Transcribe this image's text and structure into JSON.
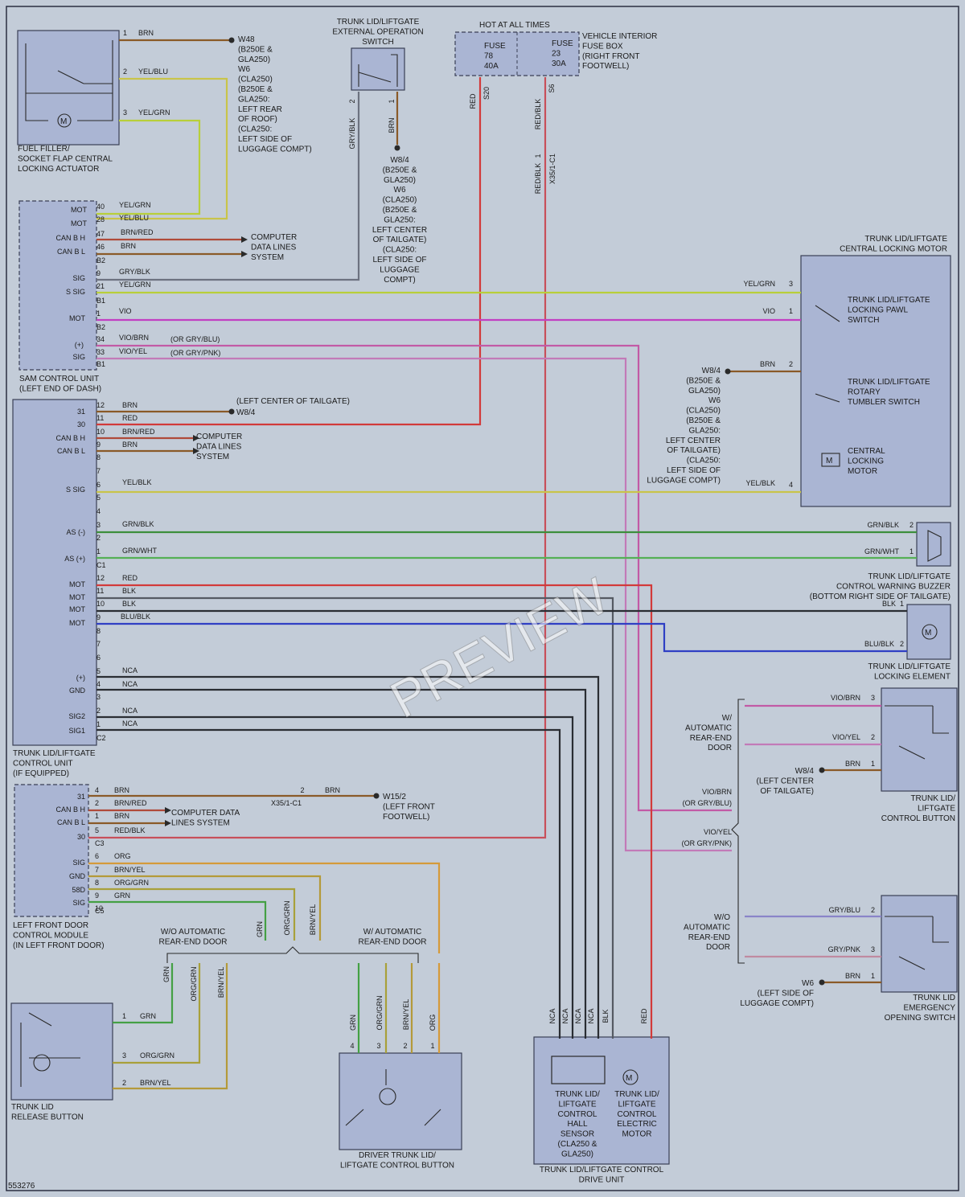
{
  "colors": {
    "BRN": "#8a5a28",
    "YEL": "#c9c44a",
    "YELBLU": "#c9c44a",
    "RED": "#d23a3a",
    "GRY": "#6d7280",
    "VIO": "#c23fc2",
    "BLK": "#2a2d33",
    "BLU": "#2f3fc4",
    "GRN": "#44a044",
    "ORG": "#d59a3a",
    "GRNBLK": "#3c8f3c"
  },
  "components": [
    {
      "id": "fuel",
      "lines": [
        "FUEL FILLER/",
        "SOCKET FLAP CENTRAL",
        "LOCKING ACTUATOR"
      ]
    },
    {
      "id": "switch_ext",
      "lines": [
        "TRUNK LID/LIFTGATE",
        "EXTERNAL OPERATION",
        "SWITCH"
      ]
    },
    {
      "id": "hot",
      "lines": [
        "HOT AT ALL TIMES"
      ]
    },
    {
      "id": "fusebox",
      "lines": [
        "VEHICLE INTERIOR",
        "FUSE BOX",
        "(RIGHT FRONT",
        "FOOTWELL)"
      ]
    },
    {
      "id": "fuse78",
      "lines": [
        "FUSE",
        "78",
        "40A"
      ]
    },
    {
      "id": "fuse23",
      "lines": [
        "FUSE",
        "23",
        "30A"
      ]
    },
    {
      "id": "sam",
      "lines": [
        "SAM CONTROL UNIT",
        "(LEFT END OF DASH)"
      ]
    },
    {
      "id": "motorbox",
      "lines": [
        "TRUNK LID/LIFTGATE",
        "CENTRAL LOCKING MOTOR"
      ]
    },
    {
      "id": "pawl",
      "lines": [
        "TRUNK LID/LIFTGATE",
        "LOCKING PAWL",
        "SWITCH"
      ]
    },
    {
      "id": "rotary",
      "lines": [
        "TRUNK LID/LIFTGATE",
        "ROTARY",
        "TUMBLER SWITCH"
      ]
    },
    {
      "id": "clm",
      "lines": [
        "CENTRAL",
        "LOCKING",
        "MOTOR"
      ]
    },
    {
      "id": "tlcu",
      "lines": [
        "TRUNK LID/LIFTGATE",
        "CONTROL UNIT",
        "(IF EQUIPPED)"
      ]
    },
    {
      "id": "buzzer",
      "lines": [
        "TRUNK LID/LIFTGATE",
        "CONTROL WARNING BUZZER",
        "(BOTTOM RIGHT SIDE OF TAILGATE)"
      ]
    },
    {
      "id": "lockel",
      "lines": [
        "TRUNK LID/LIFTGATE",
        "LOCKING ELEMENT"
      ]
    },
    {
      "id": "ctrlbtn",
      "lines": [
        "TRUNK LID/",
        "LIFTGATE",
        "CONTROL BUTTON"
      ]
    },
    {
      "id": "emerg",
      "lines": [
        "TRUNK LID",
        "EMERGENCY",
        "OPENING SWITCH"
      ]
    },
    {
      "id": "lfdcm",
      "lines": [
        "LEFT FRONT DOOR",
        "CONTROL MODULE",
        "(IN LEFT FRONT DOOR)"
      ]
    },
    {
      "id": "release",
      "lines": [
        "TRUNK LID",
        "RELEASE BUTTON"
      ]
    },
    {
      "id": "driverbtn",
      "lines": [
        "DRIVER TRUNK LID/",
        "LIFTGATE CONTROL BUTTON"
      ]
    },
    {
      "id": "driveunit",
      "lines": [
        "TRUNK LID/LIFTGATE CONTROL",
        "DRIVE UNIT"
      ]
    },
    {
      "id": "hall",
      "lines": [
        "TRUNK LID/",
        "LIFTGATE",
        "CONTROL",
        "HALL",
        "SENSOR",
        "(CLA250 &",
        "GLA250)"
      ]
    },
    {
      "id": "elmotor",
      "lines": [
        "TRUNK LID/",
        "LIFTGATE",
        "CONTROL",
        "ELECTRIC",
        "MOTOR"
      ]
    },
    {
      "id": "w_auto",
      "lines": [
        "W/",
        "AUTOMATIC",
        "REAR-END",
        "DOOR"
      ]
    },
    {
      "id": "wo_auto",
      "lines": [
        "W/O",
        "AUTOMATIC",
        "REAR-END",
        "DOOR"
      ]
    },
    {
      "id": "wo_auto2",
      "lines": [
        "W/O AUTOMATIC",
        "REAR-END DOOR"
      ]
    },
    {
      "id": "w_auto2",
      "lines": [
        "W/ AUTOMATIC",
        "REAR-END DOOR"
      ]
    },
    {
      "id": "gnd_w48",
      "lines": [
        "W48",
        "(B250E &",
        "GLA250)",
        "W6",
        "(CLA250)",
        "(B250E &",
        "GLA250:",
        "LEFT REAR",
        "OF ROOF)",
        "(CLA250:",
        "LEFT SIDE OF",
        "LUGGAGE COMPT)"
      ]
    },
    {
      "id": "gnd_w84a",
      "lines": [
        "W8/4",
        "(B250E &",
        "GLA250)",
        "W6",
        "(CLA250)",
        "(B250E &",
        "GLA250:",
        "LEFT CENTER",
        "OF TAILGATE)",
        "(CLA250:",
        "LEFT SIDE OF",
        "LUGGAGE",
        "COMPT)"
      ]
    },
    {
      "id": "gnd_w84b",
      "lines": [
        "W8/4",
        "(B250E &",
        "GLA250)",
        "W6",
        "(CLA250)",
        "(B250E &",
        "GLA250:",
        "LEFT CENTER",
        "OF TAILGATE)",
        "(CLA250:",
        "LEFT SIDE OF",
        "LUGGAGE COMPT)"
      ]
    },
    {
      "id": "gnd_w84c",
      "lines": [
        "(LEFT CENTER OF TAILGATE)"
      ]
    },
    {
      "id": "gnd_w84c2",
      "lines": [
        "W8/4"
      ]
    },
    {
      "id": "gnd_w84d",
      "lines": [
        "W8/4",
        "(LEFT CENTER",
        "OF TAILGATE)"
      ]
    },
    {
      "id": "gnd_w152",
      "lines": [
        "W15/2",
        "(LEFT FRONT",
        "FOOTWELL)"
      ]
    },
    {
      "id": "gnd_w6",
      "lines": [
        "W6",
        "(LEFT SIDE OF",
        "LUGGAGE COMPT)"
      ]
    },
    {
      "id": "cdl1",
      "lines": [
        "COMPUTER",
        "DATA LINES",
        "SYSTEM"
      ]
    },
    {
      "id": "cdl2",
      "lines": [
        "COMPUTER",
        "DATA LINES",
        "SYSTEM"
      ]
    },
    {
      "id": "cdl3",
      "lines": [
        "COMPUTER DATA",
        "LINES SYSTEM"
      ]
    },
    {
      "id": "docid",
      "lines": [
        "553276"
      ]
    },
    {
      "id": "watermark",
      "lines": [
        "PREVIEW"
      ]
    }
  ],
  "labels": [
    {
      "id": "s20",
      "text": "S20"
    },
    {
      "id": "s6",
      "text": "S6"
    },
    {
      "id": "x351a",
      "text": "X35/1-C1"
    },
    {
      "id": "x351b",
      "text": "X35/1-C1"
    },
    {
      "id": "fuel_p1",
      "text": "1"
    },
    {
      "id": "fuel_p2",
      "text": "2"
    },
    {
      "id": "fuel_p3",
      "text": "3"
    },
    {
      "id": "fuel_c1",
      "text": "BRN"
    },
    {
      "id": "fuel_c2",
      "text": "YEL/BLU"
    },
    {
      "id": "fuel_c3",
      "text": "YEL/GRN"
    },
    {
      "id": "sw_p2",
      "text": "2"
    },
    {
      "id": "sw_p1",
      "text": "1"
    },
    {
      "id": "sw_c2",
      "text": "GRY/BLK"
    },
    {
      "id": "sw_c1",
      "text": "BRN"
    },
    {
      "id": "red_v",
      "text": "RED"
    },
    {
      "id": "redblk_v",
      "text": "RED/BLK"
    },
    {
      "id": "redblk_v2",
      "text": "RED/BLK"
    },
    {
      "id": "redblk_p1",
      "text": "1"
    },
    {
      "id": "sam_mot1",
      "text": "MOT"
    },
    {
      "id": "sam_mot2",
      "text": "MOT"
    },
    {
      "id": "sam_canh",
      "text": "CAN B H"
    },
    {
      "id": "sam_canl",
      "text": "CAN B L"
    },
    {
      "id": "sam_b2a",
      "text": "B2"
    },
    {
      "id": "sam_sig",
      "text": "SIG"
    },
    {
      "id": "sam_ssig",
      "text": "S SIG"
    },
    {
      "id": "sam_b1a",
      "text": "B1"
    },
    {
      "id": "sam_mot3",
      "text": "MOT"
    },
    {
      "id": "sam_b2b",
      "text": "B2"
    },
    {
      "id": "sam_plus",
      "text": "(+)"
    },
    {
      "id": "sam_sig2",
      "text": "SIG"
    },
    {
      "id": "sam_b1b",
      "text": "B1"
    },
    {
      "id": "sam_p40",
      "text": "40"
    },
    {
      "id": "sam_p28",
      "text": "28"
    },
    {
      "id": "sam_p47",
      "text": "47"
    },
    {
      "id": "sam_p46",
      "text": "46"
    },
    {
      "id": "sam_p9",
      "text": "9"
    },
    {
      "id": "sam_p21",
      "text": "21"
    },
    {
      "id": "sam_p1",
      "text": "1"
    },
    {
      "id": "sam_p34",
      "text": "34"
    },
    {
      "id": "sam_p33",
      "text": "33"
    },
    {
      "id": "sam_c40",
      "text": "YEL/GRN"
    },
    {
      "id": "sam_c28",
      "text": "YEL/BLU"
    },
    {
      "id": "sam_c47",
      "text": "BRN/RED"
    },
    {
      "id": "sam_c46",
      "text": "BRN"
    },
    {
      "id": "sam_c9",
      "text": "GRY/BLK"
    },
    {
      "id": "sam_c21",
      "text": "YEL/GRN"
    },
    {
      "id": "sam_c1",
      "text": "VIO"
    },
    {
      "id": "sam_c34",
      "text": "VIO/BRN"
    },
    {
      "id": "sam_c33",
      "text": "VIO/YEL"
    },
    {
      "id": "sam_or34",
      "text": "(OR GRY/BLU)"
    },
    {
      "id": "sam_or33",
      "text": "(OR GRY/PNK)"
    },
    {
      "id": "m_c3",
      "text": "YEL/GRN"
    },
    {
      "id": "m_p3",
      "text": "3"
    },
    {
      "id": "m_c1",
      "text": "VIO"
    },
    {
      "id": "m_p1",
      "text": "1"
    },
    {
      "id": "m_c2",
      "text": "BRN"
    },
    {
      "id": "m_p2",
      "text": "2"
    },
    {
      "id": "m_c4",
      "text": "YEL/BLK"
    },
    {
      "id": "m_p4",
      "text": "4"
    },
    {
      "id": "u_31",
      "text": "31"
    },
    {
      "id": "u_30",
      "text": "30"
    },
    {
      "id": "u_canh",
      "text": "CAN B H"
    },
    {
      "id": "u_canl",
      "text": "CAN B L"
    },
    {
      "id": "u_ssig",
      "text": "S SIG"
    },
    {
      "id": "u_asm",
      "text": "AS (-)"
    },
    {
      "id": "u_asp",
      "text": "AS (+)"
    },
    {
      "id": "u_c1",
      "text": "C1"
    },
    {
      "id": "u_mot1",
      "text": "MOT"
    },
    {
      "id": "u_mot2",
      "text": "MOT"
    },
    {
      "id": "u_mot3",
      "text": "MOT"
    },
    {
      "id": "u_mot4",
      "text": "MOT"
    },
    {
      "id": "u_plus",
      "text": "(+)"
    },
    {
      "id": "u_gnd",
      "text": "GND"
    },
    {
      "id": "u_sig2",
      "text": "SIG2"
    },
    {
      "id": "u_sig1",
      "text": "SIG1"
    },
    {
      "id": "u_c2",
      "text": "C2"
    },
    {
      "id": "up_12",
      "text": "12"
    },
    {
      "id": "up_11",
      "text": "11"
    },
    {
      "id": "up_10",
      "text": "10"
    },
    {
      "id": "up_9",
      "text": "9"
    },
    {
      "id": "up_8",
      "text": "8"
    },
    {
      "id": "up_7",
      "text": "7"
    },
    {
      "id": "up_6",
      "text": "6"
    },
    {
      "id": "up_5",
      "text": "5"
    },
    {
      "id": "up_4",
      "text": "4"
    },
    {
      "id": "up_3",
      "text": "3"
    },
    {
      "id": "up_2",
      "text": "2"
    },
    {
      "id": "up_1",
      "text": "1"
    },
    {
      "id": "uq_12",
      "text": "12"
    },
    {
      "id": "uq_11",
      "text": "11"
    },
    {
      "id": "uq_10",
      "text": "10"
    },
    {
      "id": "uq_9",
      "text": "9"
    },
    {
      "id": "uq_8",
      "text": "8"
    },
    {
      "id": "uq_7",
      "text": "7"
    },
    {
      "id": "uq_6",
      "text": "6"
    },
    {
      "id": "uq_5",
      "text": "5"
    },
    {
      "id": "uq_4",
      "text": "4"
    },
    {
      "id": "uq_3",
      "text": "3"
    },
    {
      "id": "uq_2",
      "text": "2"
    },
    {
      "id": "uq_1",
      "text": "1"
    },
    {
      "id": "uc_12",
      "text": "BRN"
    },
    {
      "id": "uc_11",
      "text": "RED"
    },
    {
      "id": "uc_10",
      "text": "BRN/RED"
    },
    {
      "id": "uc_9",
      "text": "BRN"
    },
    {
      "id": "uc_6",
      "text": "YEL/BLK"
    },
    {
      "id": "uc_3",
      "text": "GRN/BLK"
    },
    {
      "id": "uc_1",
      "text": "GRN/WHT"
    },
    {
      "id": "ud_12",
      "text": "RED"
    },
    {
      "id": "ud_11",
      "text": "BLK"
    },
    {
      "id": "ud_10",
      "text": "BLK"
    },
    {
      "id": "ud_9",
      "text": "BLU/BLK"
    },
    {
      "id": "ud_5",
      "text": "NCA"
    },
    {
      "id": "ud_4",
      "text": "NCA"
    },
    {
      "id": "ud_2",
      "text": "NCA"
    },
    {
      "id": "ud_1",
      "text": "NCA"
    },
    {
      "id": "bz_c2",
      "text": "GRN/BLK"
    },
    {
      "id": "bz_p2",
      "text": "2"
    },
    {
      "id": "bz_c1",
      "text": "GRN/WHT"
    },
    {
      "id": "bz_p1",
      "text": "1"
    },
    {
      "id": "le_c1",
      "text": "BLK"
    },
    {
      "id": "le_p1",
      "text": "1"
    },
    {
      "id": "le_c2",
      "text": "BLU/BLK"
    },
    {
      "id": "le_p2",
      "text": "2"
    },
    {
      "id": "cb_c3",
      "text": "VIO/BRN"
    },
    {
      "id": "cb_p3",
      "text": "3"
    },
    {
      "id": "cb_c2",
      "text": "VIO/YEL"
    },
    {
      "id": "cb_p2",
      "text": "2"
    },
    {
      "id": "cb_c1",
      "text": "BRN"
    },
    {
      "id": "cb_p1",
      "text": "1"
    },
    {
      "id": "vb1",
      "text": "VIO/BRN"
    },
    {
      "id": "vb2",
      "text": "(OR GRY/BLU)"
    },
    {
      "id": "vy1",
      "text": "VIO/YEL"
    },
    {
      "id": "vy2",
      "text": "(OR GRY/PNK)"
    },
    {
      "id": "es_c2",
      "text": "GRY/BLU"
    },
    {
      "id": "es_p2",
      "text": "2"
    },
    {
      "id": "es_c3",
      "text": "GRY/PNK"
    },
    {
      "id": "es_p3",
      "text": "3"
    },
    {
      "id": "es_c1",
      "text": "BRN"
    },
    {
      "id": "es_p1",
      "text": "1"
    },
    {
      "id": "d_31",
      "text": "31"
    },
    {
      "id": "d_canh",
      "text": "CAN B H"
    },
    {
      "id": "d_canl",
      "text": "CAN B L"
    },
    {
      "id": "d_30",
      "text": "30"
    },
    {
      "id": "d_c3",
      "text": "C3"
    },
    {
      "id": "d_p4",
      "text": "4"
    },
    {
      "id": "d_p2",
      "text": "2"
    },
    {
      "id": "d_p1",
      "text": "1"
    },
    {
      "id": "d_p5",
      "text": "5"
    },
    {
      "id": "d_c4",
      "text": "BRN"
    },
    {
      "id": "d_cc2",
      "text": "BRN/RED"
    },
    {
      "id": "d_cc1",
      "text": "BRN"
    },
    {
      "id": "d_cc5",
      "text": "RED/BLK"
    },
    {
      "id": "x_p2",
      "text": "2"
    },
    {
      "id": "x_brn",
      "text": "BRN"
    },
    {
      "id": "d_sig",
      "text": "SIG"
    },
    {
      "id": "d_gnd",
      "text": "GND"
    },
    {
      "id": "d_58d",
      "text": "58D"
    },
    {
      "id": "d_sig2",
      "text": "SIG"
    },
    {
      "id": "d_c5",
      "text": "C5"
    },
    {
      "id": "d_p6",
      "text": "6"
    },
    {
      "id": "d_p7",
      "text": "7"
    },
    {
      "id": "d_p8",
      "text": "8"
    },
    {
      "id": "d_p9",
      "text": "9"
    },
    {
      "id": "d_p10",
      "text": "10"
    },
    {
      "id": "d_c6",
      "text": "ORG"
    },
    {
      "id": "d_c7",
      "text": "BRN/YEL"
    },
    {
      "id": "d_c8",
      "text": "ORG/GRN"
    },
    {
      "id": "d_c9",
      "text": "GRN"
    },
    {
      "id": "vg_grn",
      "text": "GRN"
    },
    {
      "id": "vg_orggrn",
      "text": "ORG/GRN"
    },
    {
      "id": "vg_brnyel",
      "text": "BRN/YEL"
    },
    {
      "id": "vl_grn",
      "text": "GRN"
    },
    {
      "id": "vl_orggrn",
      "text": "ORG/GRN"
    },
    {
      "id": "vl_brnyel",
      "text": "BRN/YEL"
    },
    {
      "id": "rb_p1",
      "text": "1"
    },
    {
      "id": "rb_c1",
      "text": "GRN"
    },
    {
      "id": "rb_p3",
      "text": "3"
    },
    {
      "id": "rb_c3",
      "text": "ORG/GRN"
    },
    {
      "id": "rb_p2",
      "text": "2"
    },
    {
      "id": "rb_c2",
      "text": "BRN/YEL"
    },
    {
      "id": "db_grn",
      "text": "GRN"
    },
    {
      "id": "db_orggrn",
      "text": "ORG/GRN"
    },
    {
      "id": "db_brnyel",
      "text": "BRN/YEL"
    },
    {
      "id": "db_org",
      "text": "ORG"
    },
    {
      "id": "db_p4",
      "text": "4"
    },
    {
      "id": "db_p3",
      "text": "3"
    },
    {
      "id": "db_p2",
      "text": "2"
    },
    {
      "id": "db_p1",
      "text": "1"
    },
    {
      "id": "du_nca1",
      "text": "NCA"
    },
    {
      "id": "du_nca2",
      "text": "NCA"
    },
    {
      "id": "du_nca3",
      "text": "NCA"
    },
    {
      "id": "du_nca4",
      "text": "NCA"
    },
    {
      "id": "du_blk",
      "text": "BLK"
    },
    {
      "id": "du_red",
      "text": "RED"
    }
  ]
}
